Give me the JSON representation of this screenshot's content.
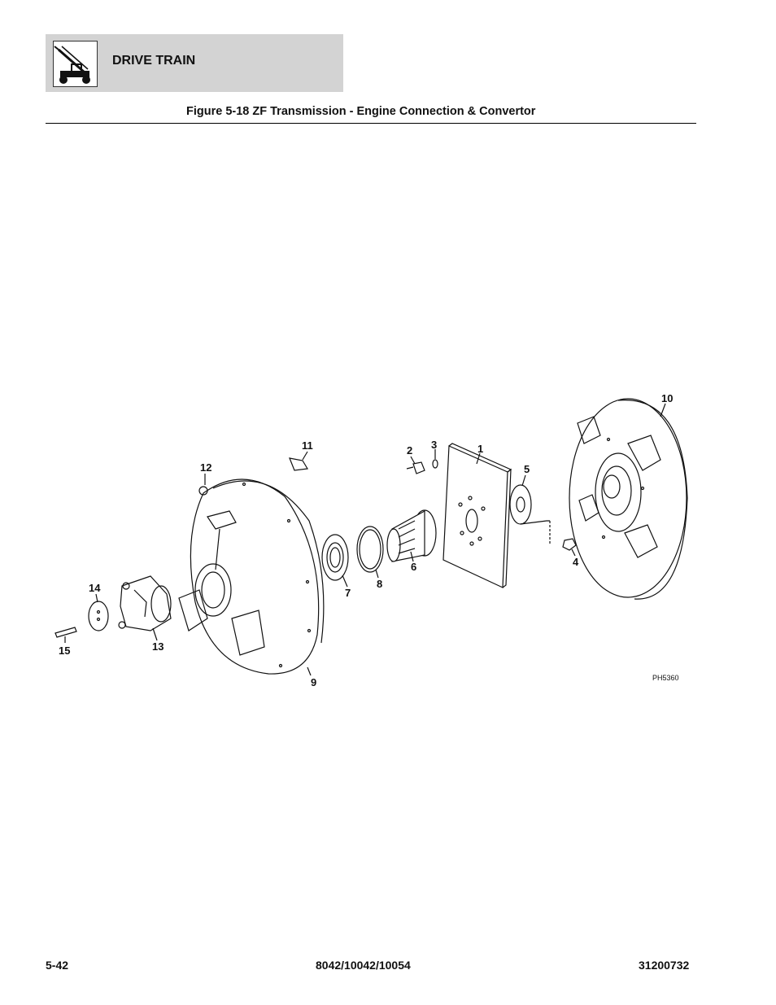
{
  "header": {
    "section_title": "DRIVE TRAIN",
    "icon": "telehandler-icon"
  },
  "figure": {
    "title": "Figure 5-18 ZF Transmission - Engine Connection & Convertor",
    "ref_code": "PH5360",
    "callouts": {
      "c1": "1",
      "c2": "2",
      "c3": "3",
      "c4": "4",
      "c5": "5",
      "c6": "6",
      "c7": "7",
      "c8": "8",
      "c9": "9",
      "c10": "10",
      "c11": "11",
      "c12": "12",
      "c13": "13",
      "c14": "14",
      "c15": "15"
    }
  },
  "footer": {
    "page_number": "5-42",
    "models": "8042/10042/10054",
    "manual_number": "31200732"
  }
}
